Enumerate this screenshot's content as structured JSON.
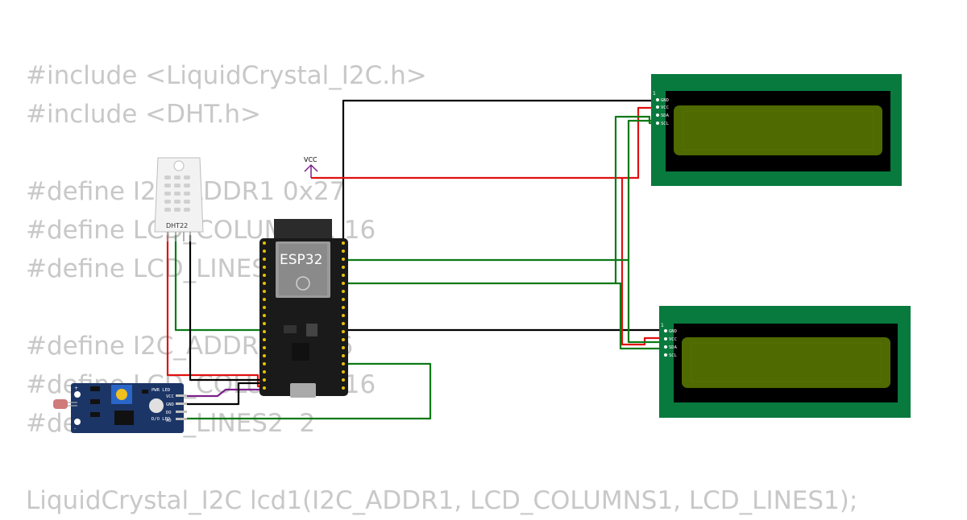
{
  "code_lines": [
    "#include <LiquidCrystal_I2C.h>",
    "#include <DHT.h>",
    "",
    "#define I2C_ADDR1 0x27",
    "#define LCD_COLUMNS1 16",
    "#define LCD_LINES1  2",
    "",
    "#define I2C_ADDR2  0x26",
    "#define LCD_COLUMNS2 16",
    "#define LCD_LINES2  2",
    "",
    "LiquidCrystal_I2C lcd1(I2C_ADDR1, LCD_COLUMNS1, LCD_LINES1);"
  ],
  "components": {
    "dht": {
      "label": "DHT22"
    },
    "esp32": {
      "label": "ESP32"
    },
    "vcc": {
      "label": "VCC"
    },
    "lcd1": {
      "pin1": "1",
      "pins": [
        "GND",
        "VCC",
        "SDA",
        "SCL"
      ]
    },
    "lcd2": {
      "pin1": "1",
      "pins": [
        "GND",
        "VCC",
        "SDA",
        "SCL"
      ]
    },
    "ldr": {
      "plus": "+",
      "minus": "-",
      "pins": [
        "VCC",
        "GND",
        "DO",
        "AO"
      ],
      "pwr_led": "PWR LED",
      "do_led": "D/O LED"
    }
  },
  "colors": {
    "wire_black": "#000000",
    "wire_red": "#e01010",
    "wire_green": "#0b7a16",
    "wire_purple": "#7b1f8c",
    "lcd_pcb": "#087a3e",
    "lcd_screen": "#4e6a00",
    "esp32_board": "#1a1a1a",
    "ldr_pcb": "#1b3566",
    "code_text": "#c8c8c8"
  }
}
